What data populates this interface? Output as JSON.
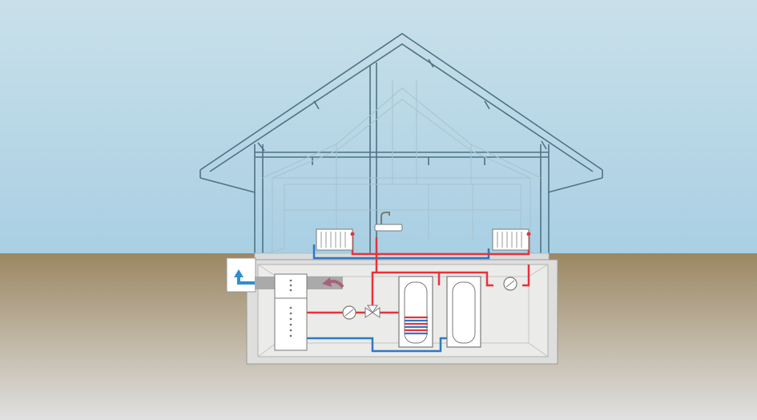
{
  "diagram": {
    "colors": {
      "sky_top": "#c9e0ea",
      "sky_bottom": "#a9cfe3",
      "ground_top": "#9b8762",
      "ground_bottom": "#e1e1e1",
      "house_line": "#4f7384",
      "house_line_light": "#a8c2cd",
      "basement_fill": "#dedfdd",
      "basement_inner": "#ebebe9",
      "hot_pipe": "#e8313a",
      "cold_pipe": "#2f78c1",
      "air_out_arrow": "#2f8fd0",
      "air_in_arrow": "#a8637c",
      "duct": "#aaaaaa",
      "unit_fill": "#ffffff",
      "unit_stroke": "#7a7a7a"
    },
    "components": [
      {
        "id": "heat-pump-outdoor-intake",
        "icon": "air-vent-icon"
      },
      {
        "id": "heat-pump-unit",
        "icon": "heat-pump-icon"
      },
      {
        "id": "radiator-left",
        "icon": "radiator-icon"
      },
      {
        "id": "radiator-right",
        "icon": "radiator-icon"
      },
      {
        "id": "sink",
        "icon": "sink-tap-icon"
      },
      {
        "id": "hot-water-cylinder",
        "icon": "water-tank-icon"
      },
      {
        "id": "buffer-tank",
        "icon": "buffer-tank-icon"
      },
      {
        "id": "circulation-pump-left",
        "icon": "pump-icon"
      },
      {
        "id": "circulation-pump-right",
        "icon": "pump-icon"
      },
      {
        "id": "three-way-valve",
        "icon": "valve-icon"
      }
    ]
  }
}
